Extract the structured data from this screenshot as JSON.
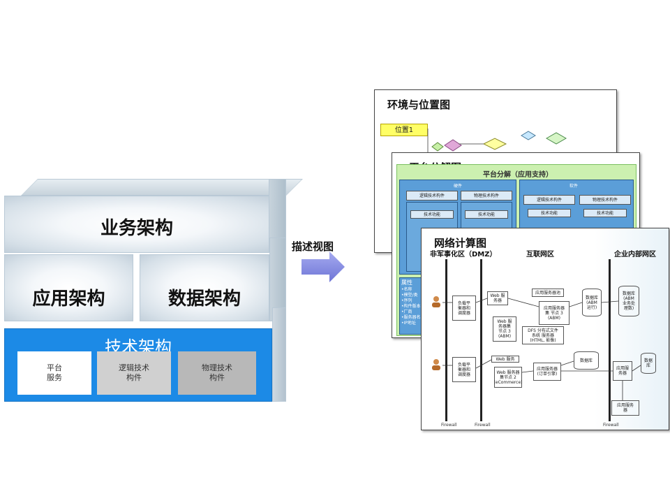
{
  "architecture": {
    "business": "业务架构",
    "application": "应用架构",
    "data": "数据架构",
    "technology": "技术架构",
    "tech_components": [
      {
        "label": "平台\n服务",
        "bg": "#ffffff"
      },
      {
        "label": "逻辑技术\n构件",
        "bg": "#d0d0d0"
      },
      {
        "label": "物理技术\n构件",
        "bg": "#b8b8b8"
      }
    ]
  },
  "arrow": {
    "label": "描述视图",
    "color": "#7f86e0"
  },
  "views": {
    "environment": {
      "title": "环境与位置图",
      "location_label": "位置1"
    },
    "platform": {
      "title": "平台分解图",
      "subtitle": "平台分解（应用支持）",
      "hardware": "硬件",
      "software": "软件",
      "logical_tech": "逻辑技术构件",
      "physical_tech": "物理技术构件",
      "tech_function": "技术功能",
      "attributes": "属性",
      "attribute_items": [
        "•名称",
        "•模型/类",
        "•序列",
        "•构件版本",
        "•厂商",
        "•服务器名",
        "•IP地址"
      ]
    },
    "network": {
      "title": "网络计算图",
      "zone_dmz": "非军事化区（DMZ）",
      "zone_internet": "互联网区",
      "zone_enterprise": "企业内部网区",
      "lb1": "负载平\n衡器和\n调度器",
      "lb2": "负载平\n衡器和\n调度器",
      "web_service": "Web 服\n务器",
      "web_node3": "Web 服\n务器集\n节点 3\n(ABM)",
      "dfs": "DFS 分布式文件\n系统 服务器\n(HTML, 影像)",
      "app_server_pool": "应用服务器池",
      "app_node": "应用服务器\n集 节点 3\n(ABM)",
      "db_abm": "数据库\n(ABM\n运行)",
      "db_corp": "数据库\n(ABM\n业务处\n理数)",
      "web_service2": "Web 服务",
      "web_node2": "Web 服务器\n集节点 2\n(eCommerce)",
      "app_order": "应用服务器\n(订单引擎)",
      "db2": "数据库",
      "app_server_corp": "应用服\n务器",
      "db_corp2": "数据\n库",
      "app_server_corp2": "应用服务\n器",
      "firewall": "Firewall"
    }
  }
}
